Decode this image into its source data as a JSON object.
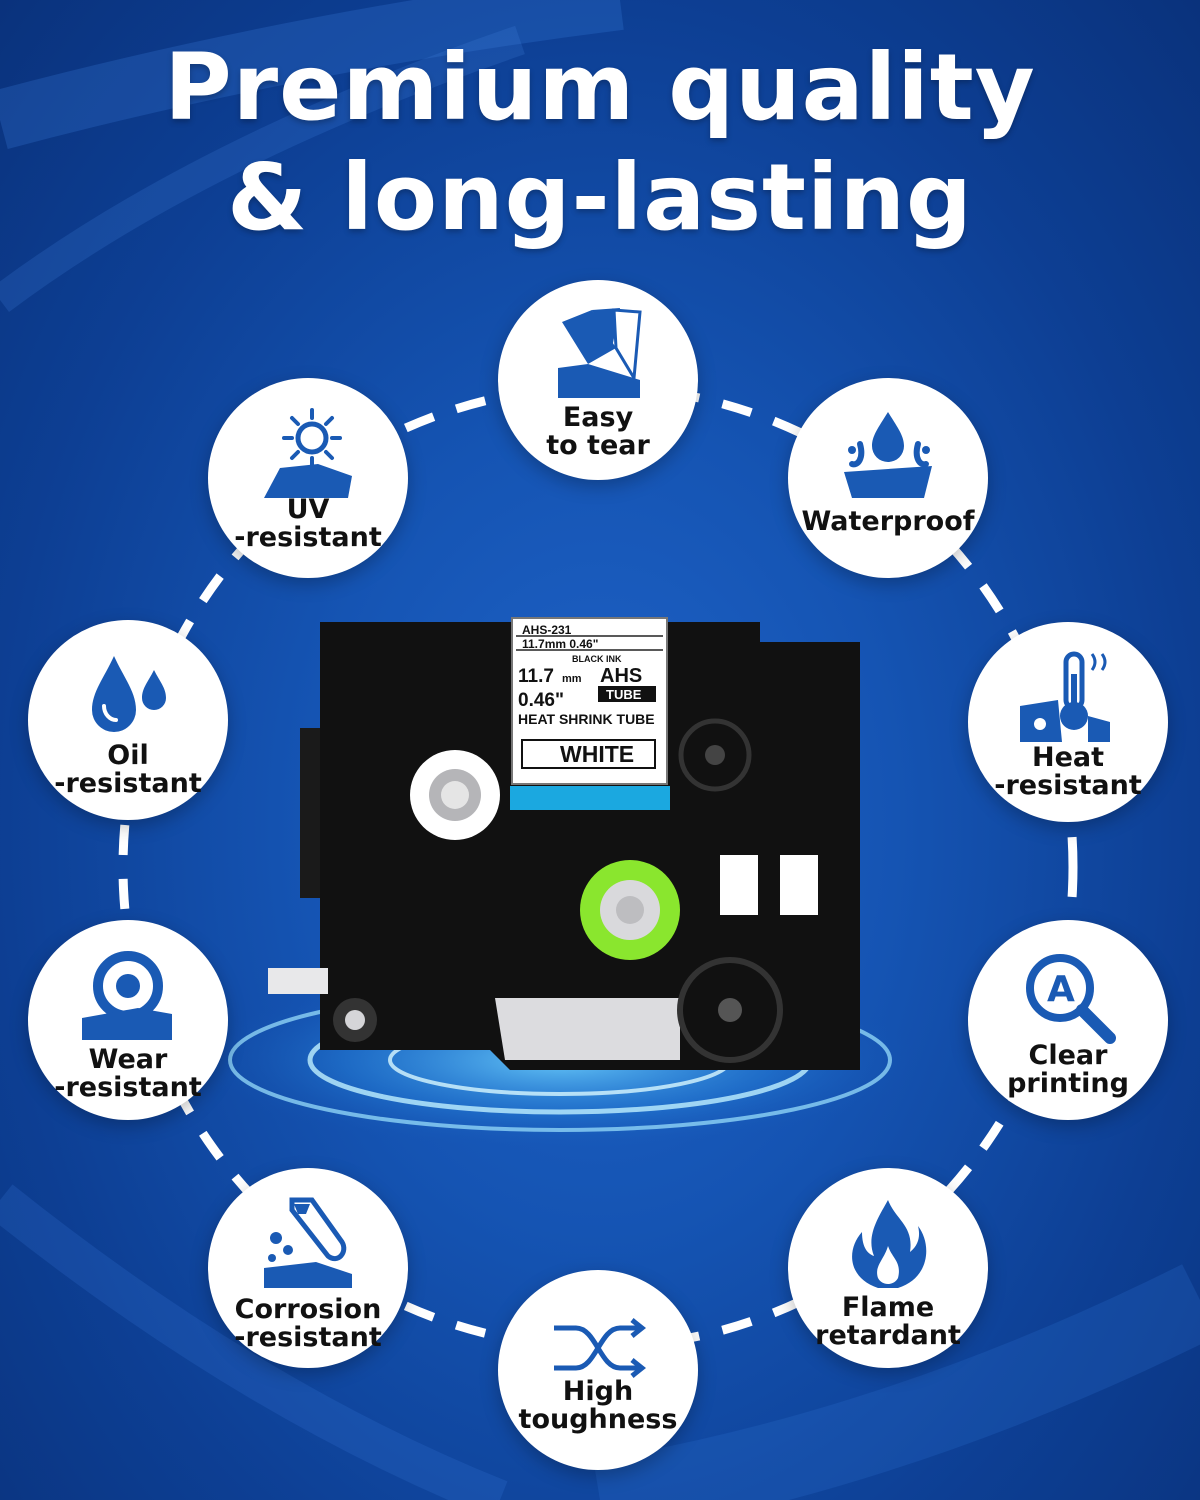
{
  "headline": {
    "line1": "Premium quality",
    "line2": "& long-lasting"
  },
  "colors": {
    "background": "#1554b3",
    "icon_blue": "#1a5ab4",
    "circle": "#ffffff",
    "green_hub": "#8ae62e"
  },
  "features": [
    {
      "id": "easy-to-tear",
      "icon": "tearing-tape-icon",
      "lines": [
        "Easy",
        "to tear"
      ]
    },
    {
      "id": "waterproof",
      "icon": "water-splash-icon",
      "lines": [
        "Waterproof"
      ]
    },
    {
      "id": "heat-resistant",
      "icon": "thermometer-icon",
      "lines": [
        "Heat",
        "-resistant"
      ]
    },
    {
      "id": "clear-printing",
      "icon": "magnifier-a-icon",
      "lines": [
        "Clear",
        "printing"
      ]
    },
    {
      "id": "flame-retardant",
      "icon": "flame-icon",
      "lines": [
        "Flame",
        "retardant"
      ]
    },
    {
      "id": "high-toughness",
      "icon": "crossing-arrows-icon",
      "lines": [
        "High",
        "toughness"
      ]
    },
    {
      "id": "corrosion-resistant",
      "icon": "test-tube-icon",
      "lines": [
        "Corrosion",
        "-resistant"
      ]
    },
    {
      "id": "wear-resistant",
      "icon": "tape-roll-icon",
      "lines": [
        "Wear",
        "-resistant"
      ]
    },
    {
      "id": "oil-resistant",
      "icon": "oil-drops-icon",
      "lines": [
        "Oil",
        "-resistant"
      ]
    },
    {
      "id": "uv-resistant",
      "icon": "sun-icon",
      "lines": [
        "UV",
        "-resistant"
      ]
    }
  ],
  "cartridge": {
    "model": "AHS-231",
    "size_line": "11.7mm 0.46\"",
    "ink": "BLACK INK",
    "width_mm": "11.7",
    "mm_unit": "mm",
    "brand": "AHS",
    "tube_badge": "TUBE",
    "width_in": "0.46\"",
    "type": "HEAT SHRINK TUBE",
    "color": "WHITE"
  }
}
